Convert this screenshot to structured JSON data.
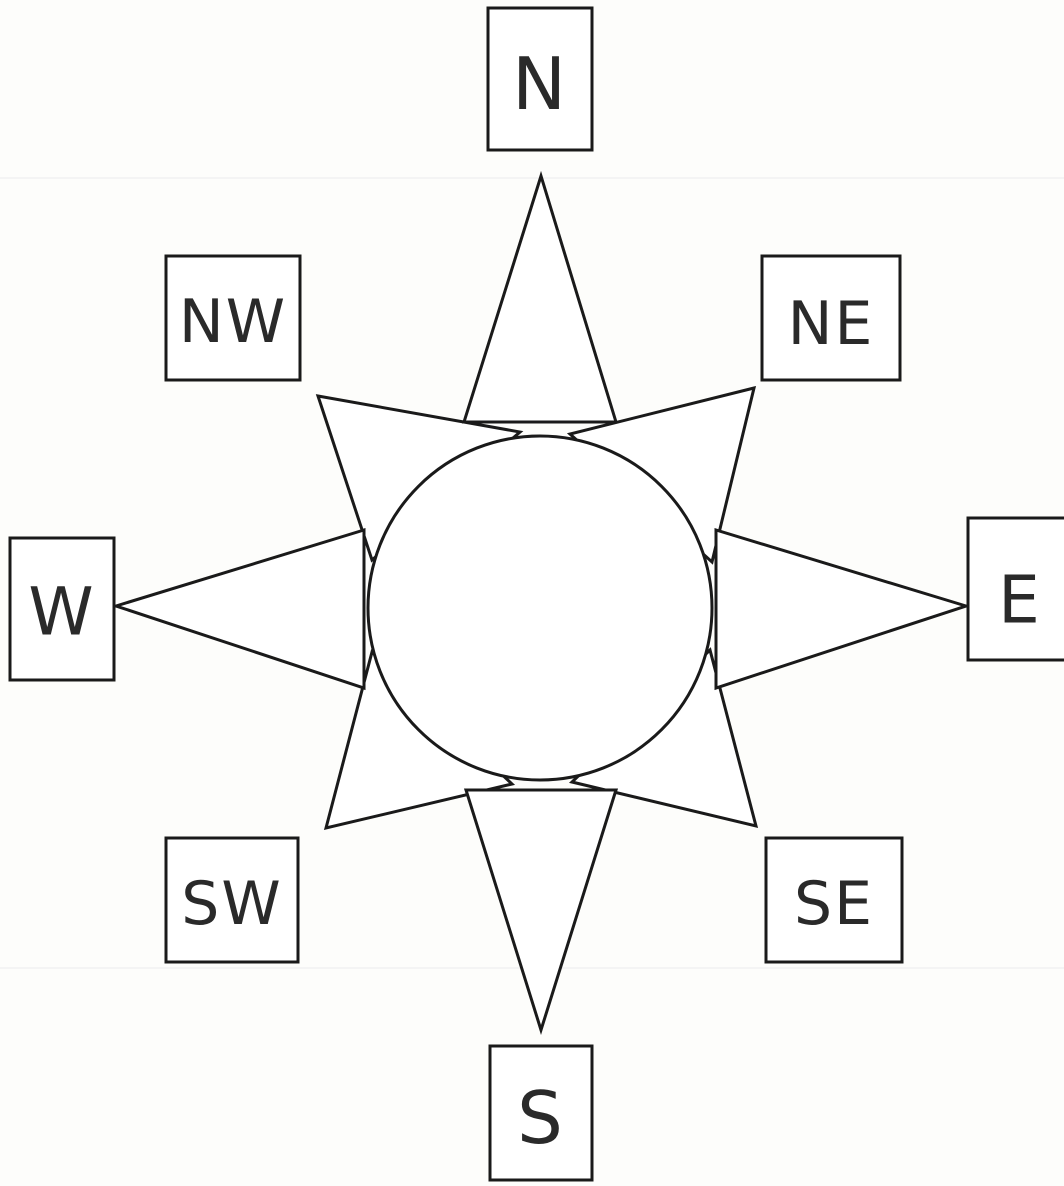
{
  "directions": {
    "n": "N",
    "ne": "NE",
    "e": "E",
    "se": "SE",
    "s": "S",
    "sw": "SW",
    "w": "W",
    "nw": "NW"
  },
  "colors": {
    "ink": "#1a1a1a",
    "paper": "#fdfdfb"
  }
}
